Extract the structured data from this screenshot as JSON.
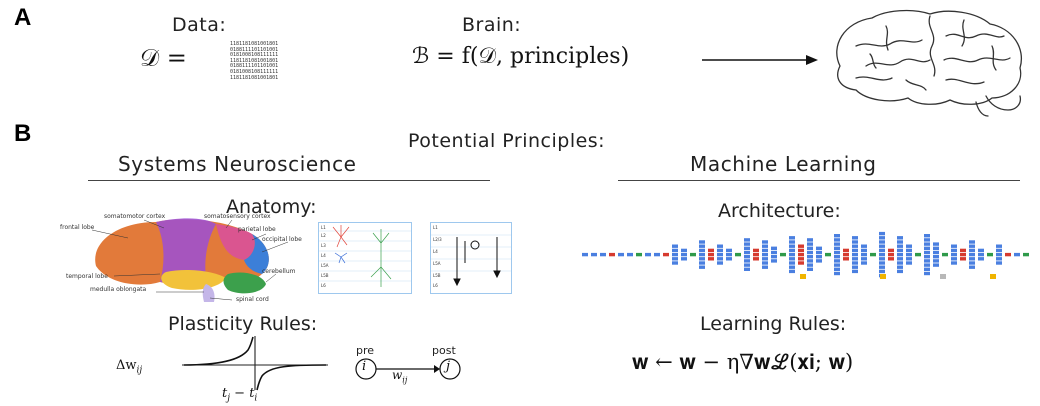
{
  "panel_a": {
    "label": "A",
    "data_title": "Data:",
    "data_formula": "𝒟 =",
    "binary_rows": [
      "1181181081001801",
      "0188111101101001",
      "0181008108111111",
      "1181181081001801",
      "0188111101101001",
      "0181008108111111",
      "1181181081001801"
    ],
    "brain_title": "Brain:",
    "brain_formula": "ℬ = f(𝒟, principles)"
  },
  "panel_b": {
    "label": "B",
    "title": "Potential Principles:",
    "left_header": "Systems Neuroscience",
    "right_header": "Machine Learning",
    "anatomy_title": "Anatomy:",
    "architecture_title": "Architecture:",
    "plasticity_title": "Plasticity Rules:",
    "learning_title": "Learning Rules:",
    "learning_formula": "𝐰 ← 𝐰 − η∇𝐰ℒ(𝐱𝐢; 𝐰)",
    "stdp_ylabel": "Δw",
    "stdp_ylabel_sub": "ij",
    "stdp_xlabel_a": "t",
    "stdp_xlabel_a_sub": "j",
    "stdp_xlabel_mid": " − t",
    "stdp_xlabel_b_sub": "i",
    "pre_label": "pre",
    "post_label": "post",
    "pre_node": "i",
    "post_node": "j",
    "weight_label": "w",
    "weight_label_sub": "ij",
    "brain_regions": [
      "frontal lobe",
      "somatomotor cortex",
      "somatosensory cortex",
      "parietal lobe",
      "occipital lobe",
      "temporal lobe",
      "cerebellum",
      "medulla oblongata",
      "spinal cord"
    ],
    "layer_labels_1": [
      "L1",
      "L2",
      "L3",
      "L4",
      "L5A",
      "L5B",
      "L6"
    ],
    "layer_labels_2": [
      "L1",
      "L2/3",
      "L4",
      "L5A",
      "L5B",
      "L6"
    ]
  },
  "colors": {
    "blue": "#4a7fe0",
    "red": "#d63a2f",
    "green": "#2f9a4a",
    "yellow": "#f0b400",
    "grey": "#b8b8b8"
  }
}
